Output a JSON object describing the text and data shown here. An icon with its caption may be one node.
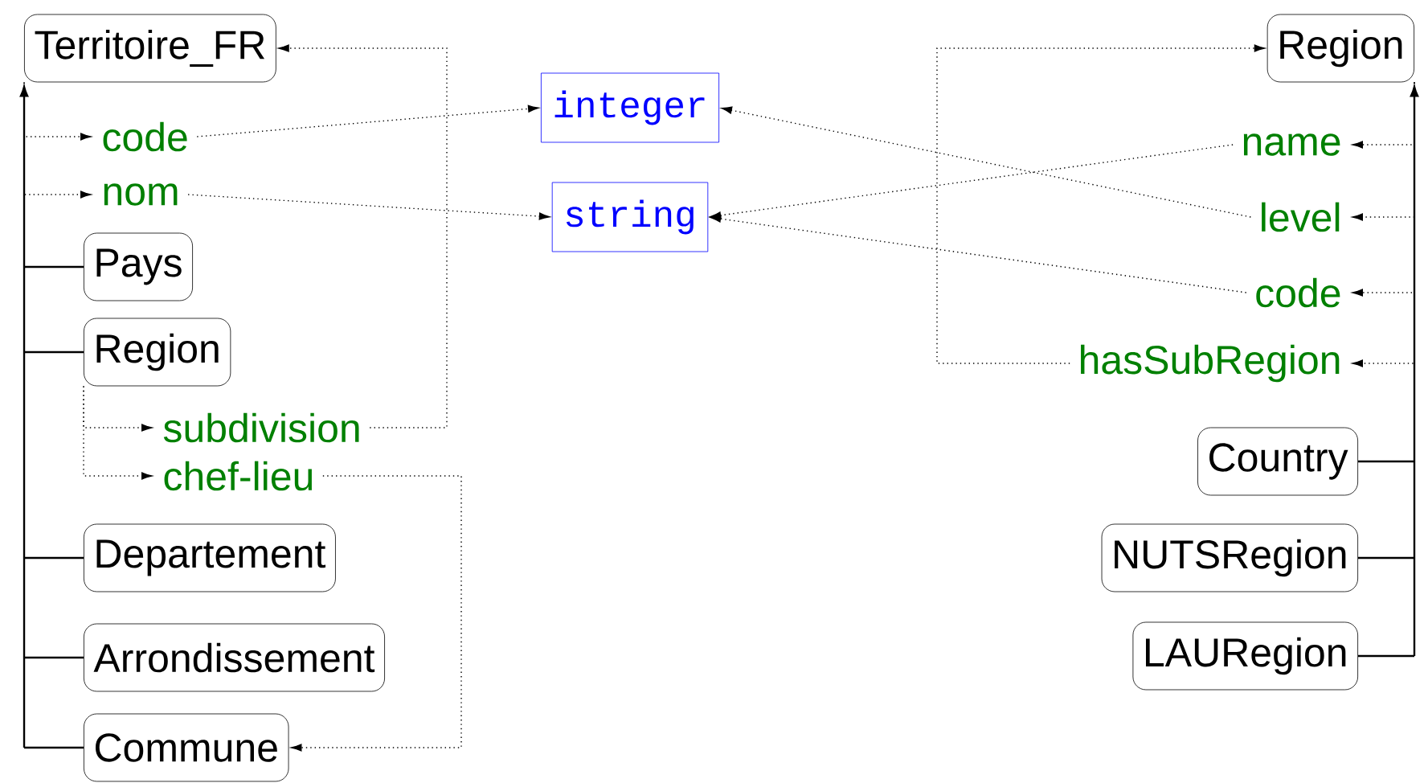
{
  "diagram": {
    "nodes": [
      {
        "text": [
          "Territoire_FR"
        ]
      },
      {
        "text": [
          "code"
        ]
      },
      {
        "text": [
          "nom"
        ]
      },
      {
        "text": [
          "Pays"
        ]
      },
      {
        "text": [
          "Region"
        ]
      },
      {
        "text": [
          "subdivision"
        ]
      },
      {
        "text": [
          "chef-lieu"
        ]
      },
      {
        "text": [
          "Departement"
        ]
      },
      {
        "text": [
          "Arrondissement"
        ]
      },
      {
        "text": [
          "Commune"
        ]
      },
      {
        "text": [
          "integer"
        ]
      },
      {
        "text": [
          "string"
        ]
      },
      {
        "text": [
          "Region"
        ]
      },
      {
        "text": [
          "name"
        ]
      },
      {
        "text": [
          "level"
        ]
      },
      {
        "text": [
          "code"
        ]
      },
      {
        "text": [
          "hasSubRegion"
        ]
      },
      {
        "text": [
          "Country"
        ]
      },
      {
        "text": [
          "NUTSRegion"
        ]
      },
      {
        "text": [
          "LAURegion"
        ]
      }
    ],
    "edges": [
      {
        "from": 3,
        "to": 0,
        "arrow": "to"
      },
      {
        "from": 4,
        "to": 0,
        "arrow": "to"
      },
      {
        "from": 7,
        "to": 0,
        "arrow": "to"
      },
      {
        "from": 8,
        "to": 0,
        "arrow": "to"
      },
      {
        "from": 9,
        "to": 0,
        "arrow": "to"
      },
      {
        "from": 0,
        "to": 1,
        "arrow": "to",
        "style": "dashed"
      },
      {
        "from": 0,
        "to": 2,
        "arrow": "to",
        "style": "dashed"
      },
      {
        "from": 1,
        "to": 10,
        "arrow": "to",
        "style": "dashed"
      },
      {
        "from": 2,
        "to": 11,
        "arrow": "to",
        "style": "dashed"
      },
      {
        "from": 4,
        "to": 5,
        "arrow": "to",
        "style": "dashed"
      },
      {
        "from": 4,
        "to": 6,
        "arrow": "to",
        "style": "dashed"
      },
      {
        "from": 5,
        "to": 0,
        "arrow": "to",
        "style": "dashed"
      },
      {
        "from": 6,
        "to": 9,
        "arrow": "to",
        "style": "dashed"
      },
      {
        "from": 17,
        "to": 12,
        "arrow": "to"
      },
      {
        "from": 18,
        "to": 12,
        "arrow": "to"
      },
      {
        "from": 19,
        "to": 12,
        "arrow": "to"
      },
      {
        "from": 12,
        "to": 13,
        "arrow": "to",
        "style": "dashed"
      },
      {
        "from": 12,
        "to": 14,
        "arrow": "to",
        "style": "dashed"
      },
      {
        "from": 12,
        "to": 15,
        "arrow": "to",
        "style": "dashed"
      },
      {
        "from": 12,
        "to": 16,
        "arrow": "to",
        "style": "dashed"
      },
      {
        "from": 13,
        "to": 11,
        "arrow": "to",
        "style": "dashed"
      },
      {
        "from": 14,
        "to": 10,
        "arrow": "to",
        "style": "dashed"
      },
      {
        "from": 15,
        "to": 11,
        "arrow": "to",
        "style": "dashed"
      },
      {
        "from": 16,
        "to": 12,
        "arrow": "to",
        "style": "dashed"
      }
    ]
  }
}
